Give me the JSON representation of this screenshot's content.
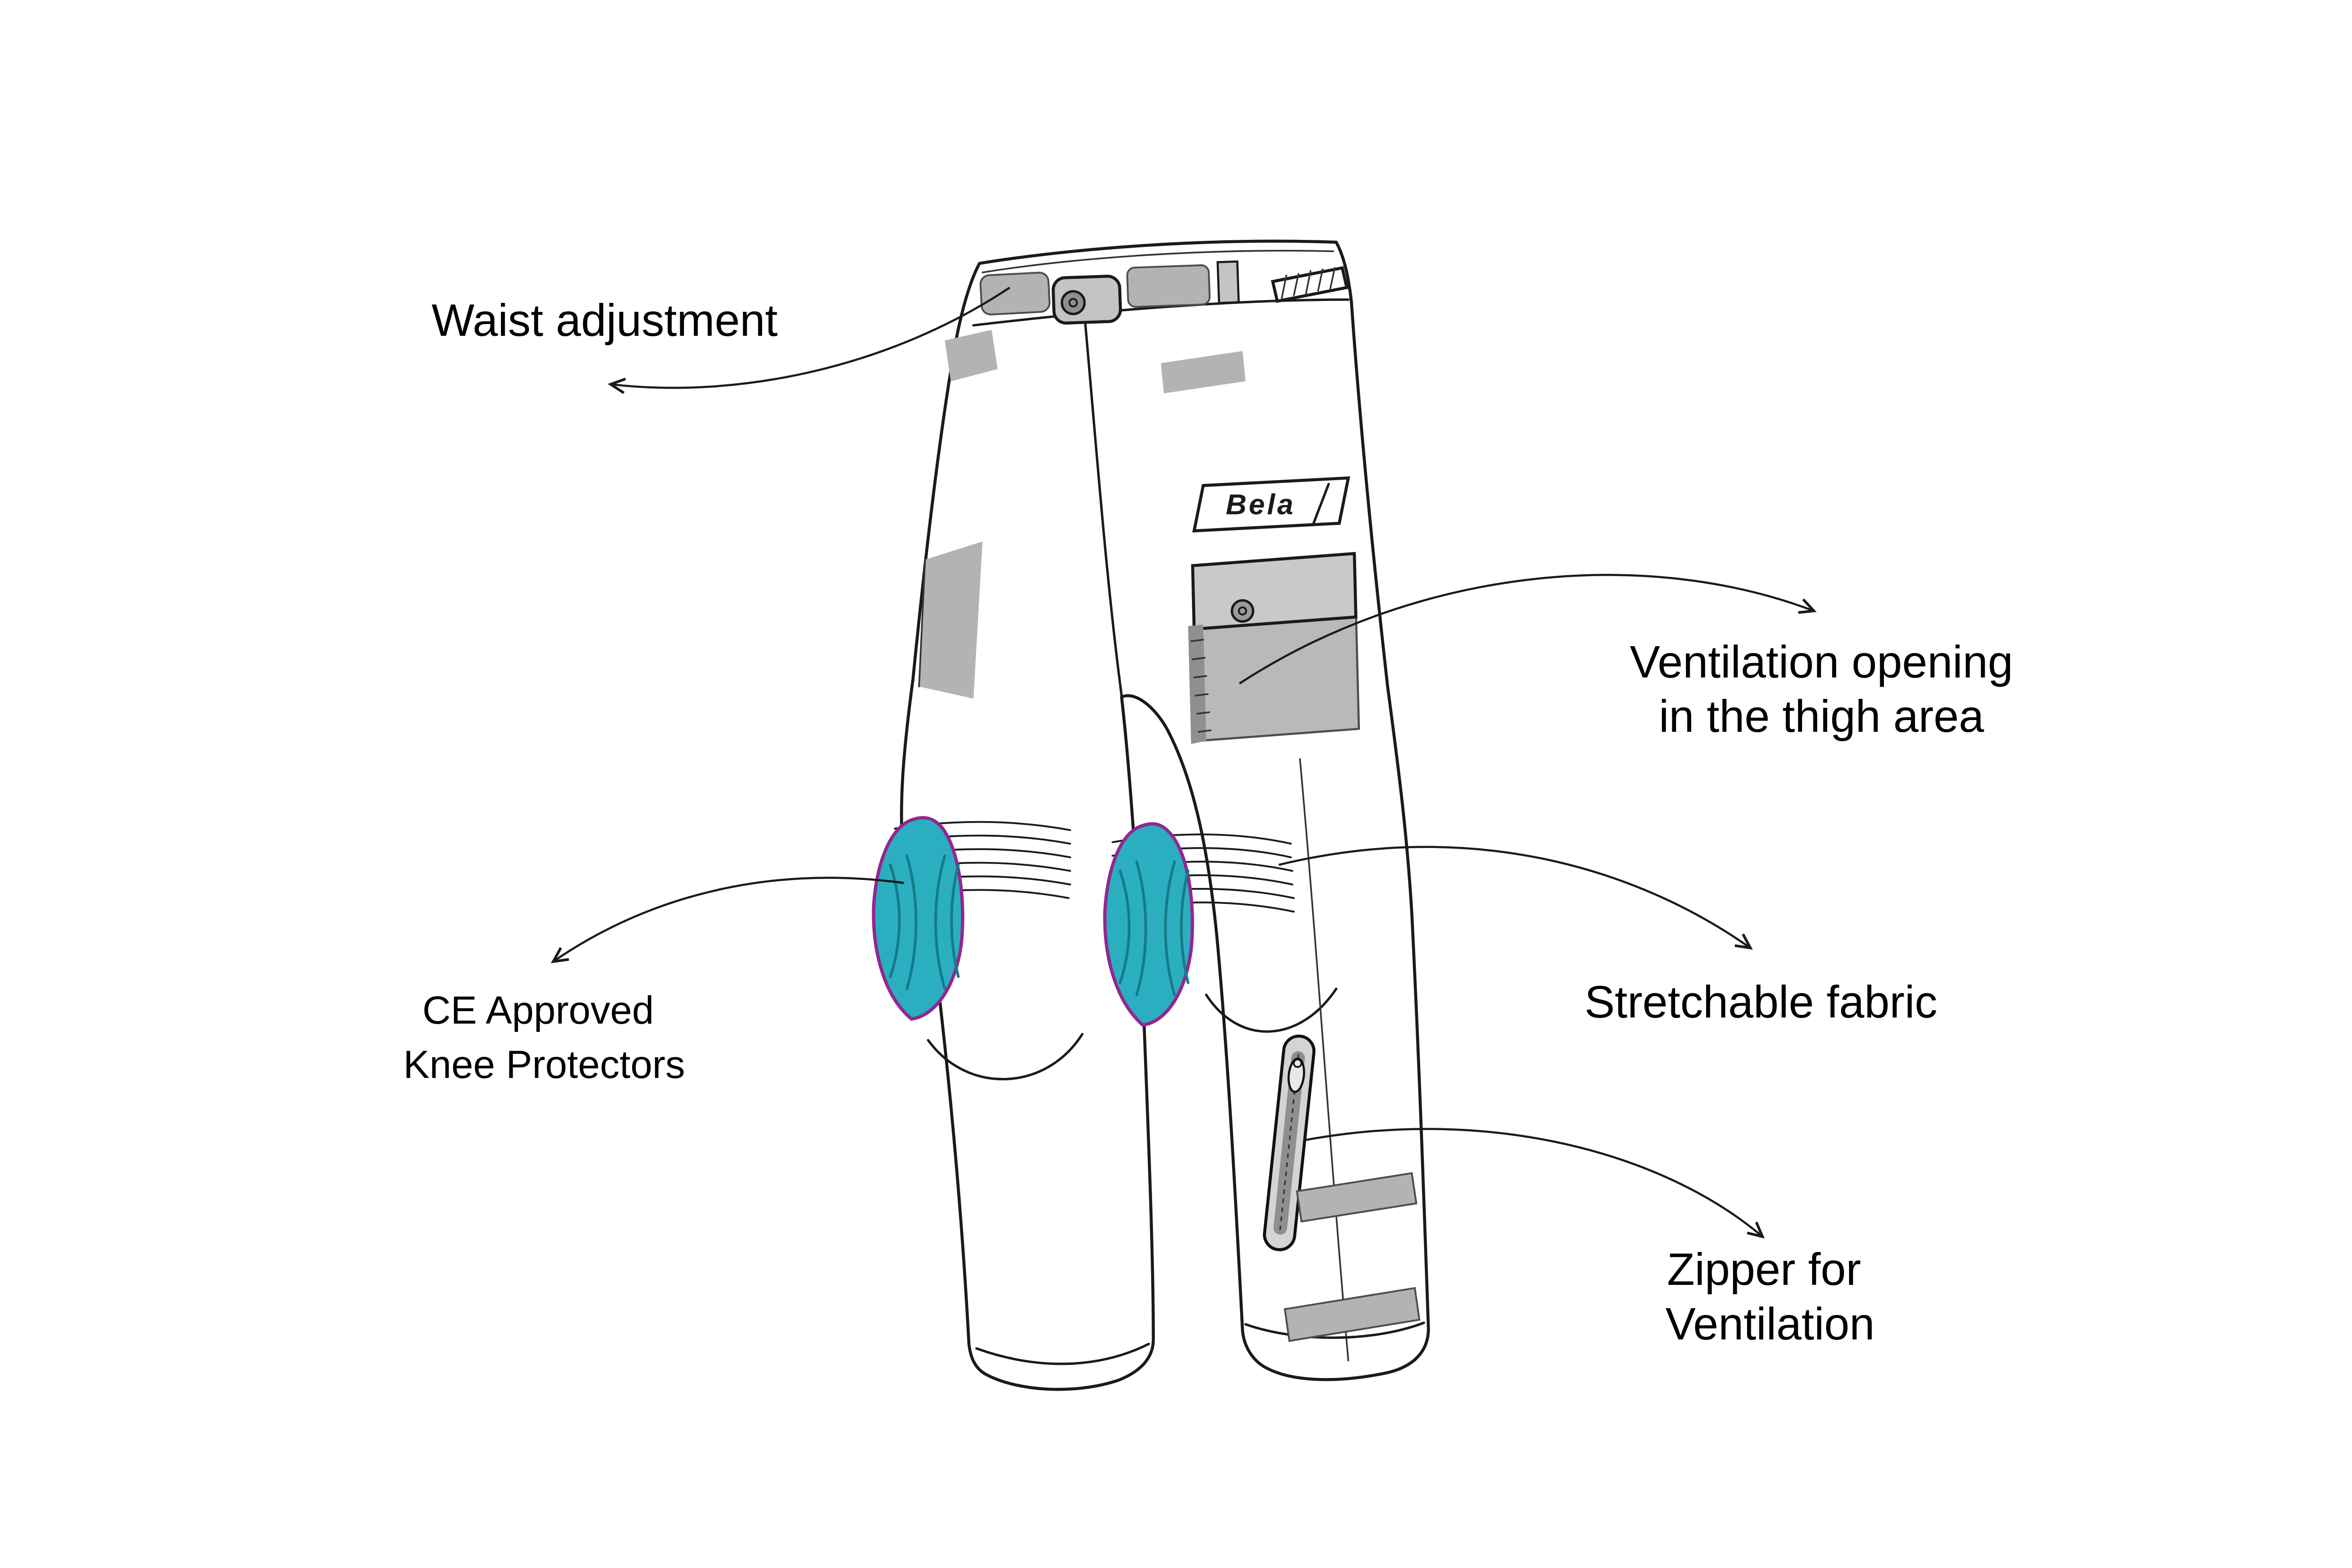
{
  "page": {
    "background": "#ffffff"
  },
  "diagram": {
    "brand_logo": "Bela",
    "callouts": {
      "waist_adjustment": {
        "lines": [
          "Waist adjustment"
        ],
        "target": "waistband-belt"
      },
      "ventilation_opening": {
        "lines": [
          "Ventilation opening",
          "in the thigh area"
        ],
        "target": "thigh-pocket"
      },
      "knee_protectors": {
        "lines": [
          "CE Approved",
          "Knee Protectors"
        ],
        "target": "knee-pad"
      },
      "stretchable_fabric": {
        "lines": [
          "Stretchable fabric"
        ],
        "target": "knee-stretch-panel"
      },
      "zipper_ventilation": {
        "lines": [
          "Zipper for",
          "Ventilation"
        ],
        "target": "lower-leg-zipper"
      }
    },
    "colors": {
      "background": "#ffffff",
      "outline": "#1a1a1a",
      "label_text": "#000000",
      "knee_pad_fill": "#2bafc0",
      "knee_pad_outline": "#93278f",
      "knee_pad_decor": "#157a89",
      "fabric_panel_gray": "#b3b3b3",
      "fabric_panel_light_gray": "#cccccc",
      "zipper_dark_gray": "#8f8f8f"
    }
  }
}
